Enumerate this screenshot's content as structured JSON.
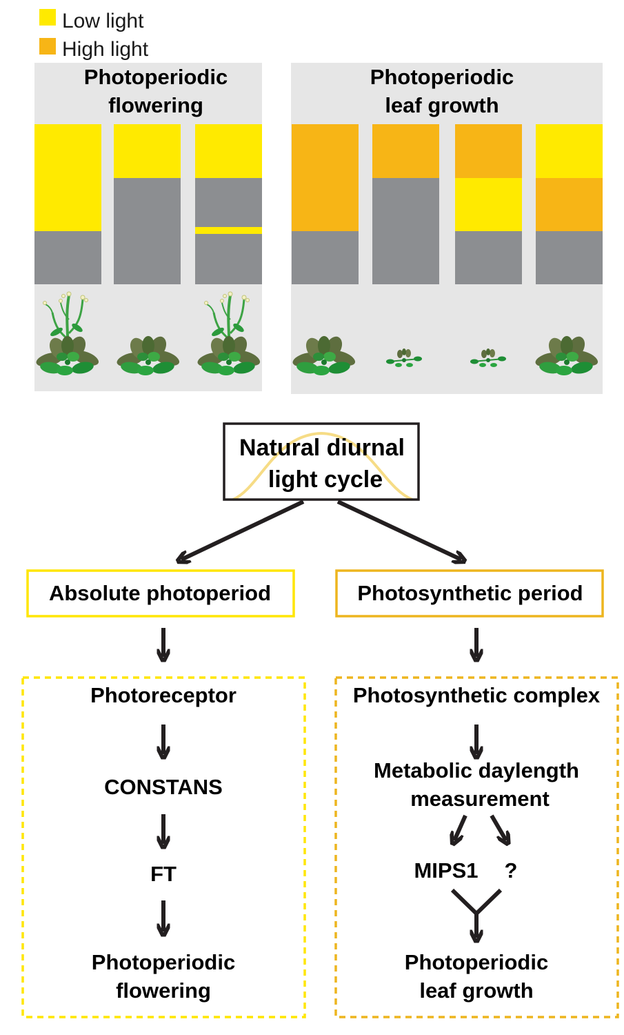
{
  "legend": {
    "items": [
      {
        "label": "Low light",
        "color": "#FFEA00"
      },
      {
        "label": "High light",
        "color": "#F7B516"
      }
    ]
  },
  "colors": {
    "low_light": "#FFEA00",
    "high_light": "#F7B516",
    "dark": "#8C8E91",
    "panel_bg": "#E6E6E6",
    "arrow": "#231F20",
    "yellow_outline": "#FFE600",
    "orange_outline": "#EDB51F",
    "sun_curve": "#F6DC86"
  },
  "panels": {
    "flowering": {
      "title_line1": "Photoperiodic",
      "title_line2": "flowering",
      "columns": [
        {
          "segments": [
            "low_light",
            "dark"
          ],
          "plant": "flowering"
        },
        {
          "segments": [
            "low_light",
            "dark"
          ],
          "plant": "rosette"
        },
        {
          "segments": [
            "low_light",
            "dark",
            "low_light",
            "dark"
          ],
          "plant": "flowering"
        }
      ]
    },
    "leaf_growth": {
      "title_line1": "Photoperiodic",
      "title_line2": "leaf growth",
      "columns": [
        {
          "segments": [
            "high_light",
            "dark"
          ],
          "plant": "large-rosette"
        },
        {
          "segments": [
            "high_light",
            "dark"
          ],
          "plant": "small-rosette"
        },
        {
          "segments": [
            "high_light",
            "low_light",
            "dark"
          ],
          "plant": "small-rosette"
        },
        {
          "segments": [
            "low_light",
            "high_light",
            "dark"
          ],
          "plant": "large-rosette"
        }
      ]
    }
  },
  "flow": {
    "top": {
      "line1": "Natural diurnal",
      "line2": "light cycle"
    },
    "left": {
      "header": "Absolute photoperiod",
      "steps": [
        "Photoreceptor",
        "CONSTANS",
        "FT"
      ],
      "output_line1": "Photoperiodic",
      "output_line2": "flowering"
    },
    "right": {
      "header": "Photosynthetic period",
      "step1": "Photosynthetic complex",
      "step2_line1": "Metabolic daylength",
      "step2_line2": "measurement",
      "branch_left": "MIPS1",
      "branch_right": "?",
      "output_line1": "Photoperiodic",
      "output_line2": "leaf growth"
    }
  }
}
